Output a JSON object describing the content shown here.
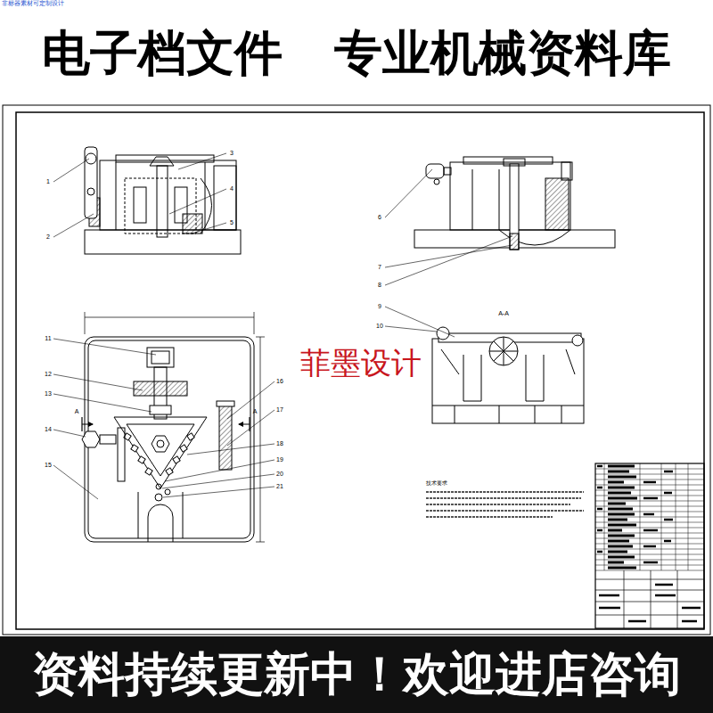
{
  "diagram": {
    "nodes": [
      {
        "text": [
          "电子档文件 专业机械资料库"
        ]
      },
      {
        "text": [
          "资料持续更新中！欢迎进店咨询"
        ]
      }
    ],
    "labels": [
      "非标器素材可定制设计",
      "菲墨设计",
      "A-A",
      "A",
      "A",
      "技术要求",
      "1",
      "2",
      "3",
      "4",
      "5",
      "6",
      "7",
      "8",
      "9",
      "10",
      "11",
      "12",
      "13",
      "14",
      "15",
      "16",
      "17",
      "18",
      "19",
      "20",
      "21"
    ]
  }
}
